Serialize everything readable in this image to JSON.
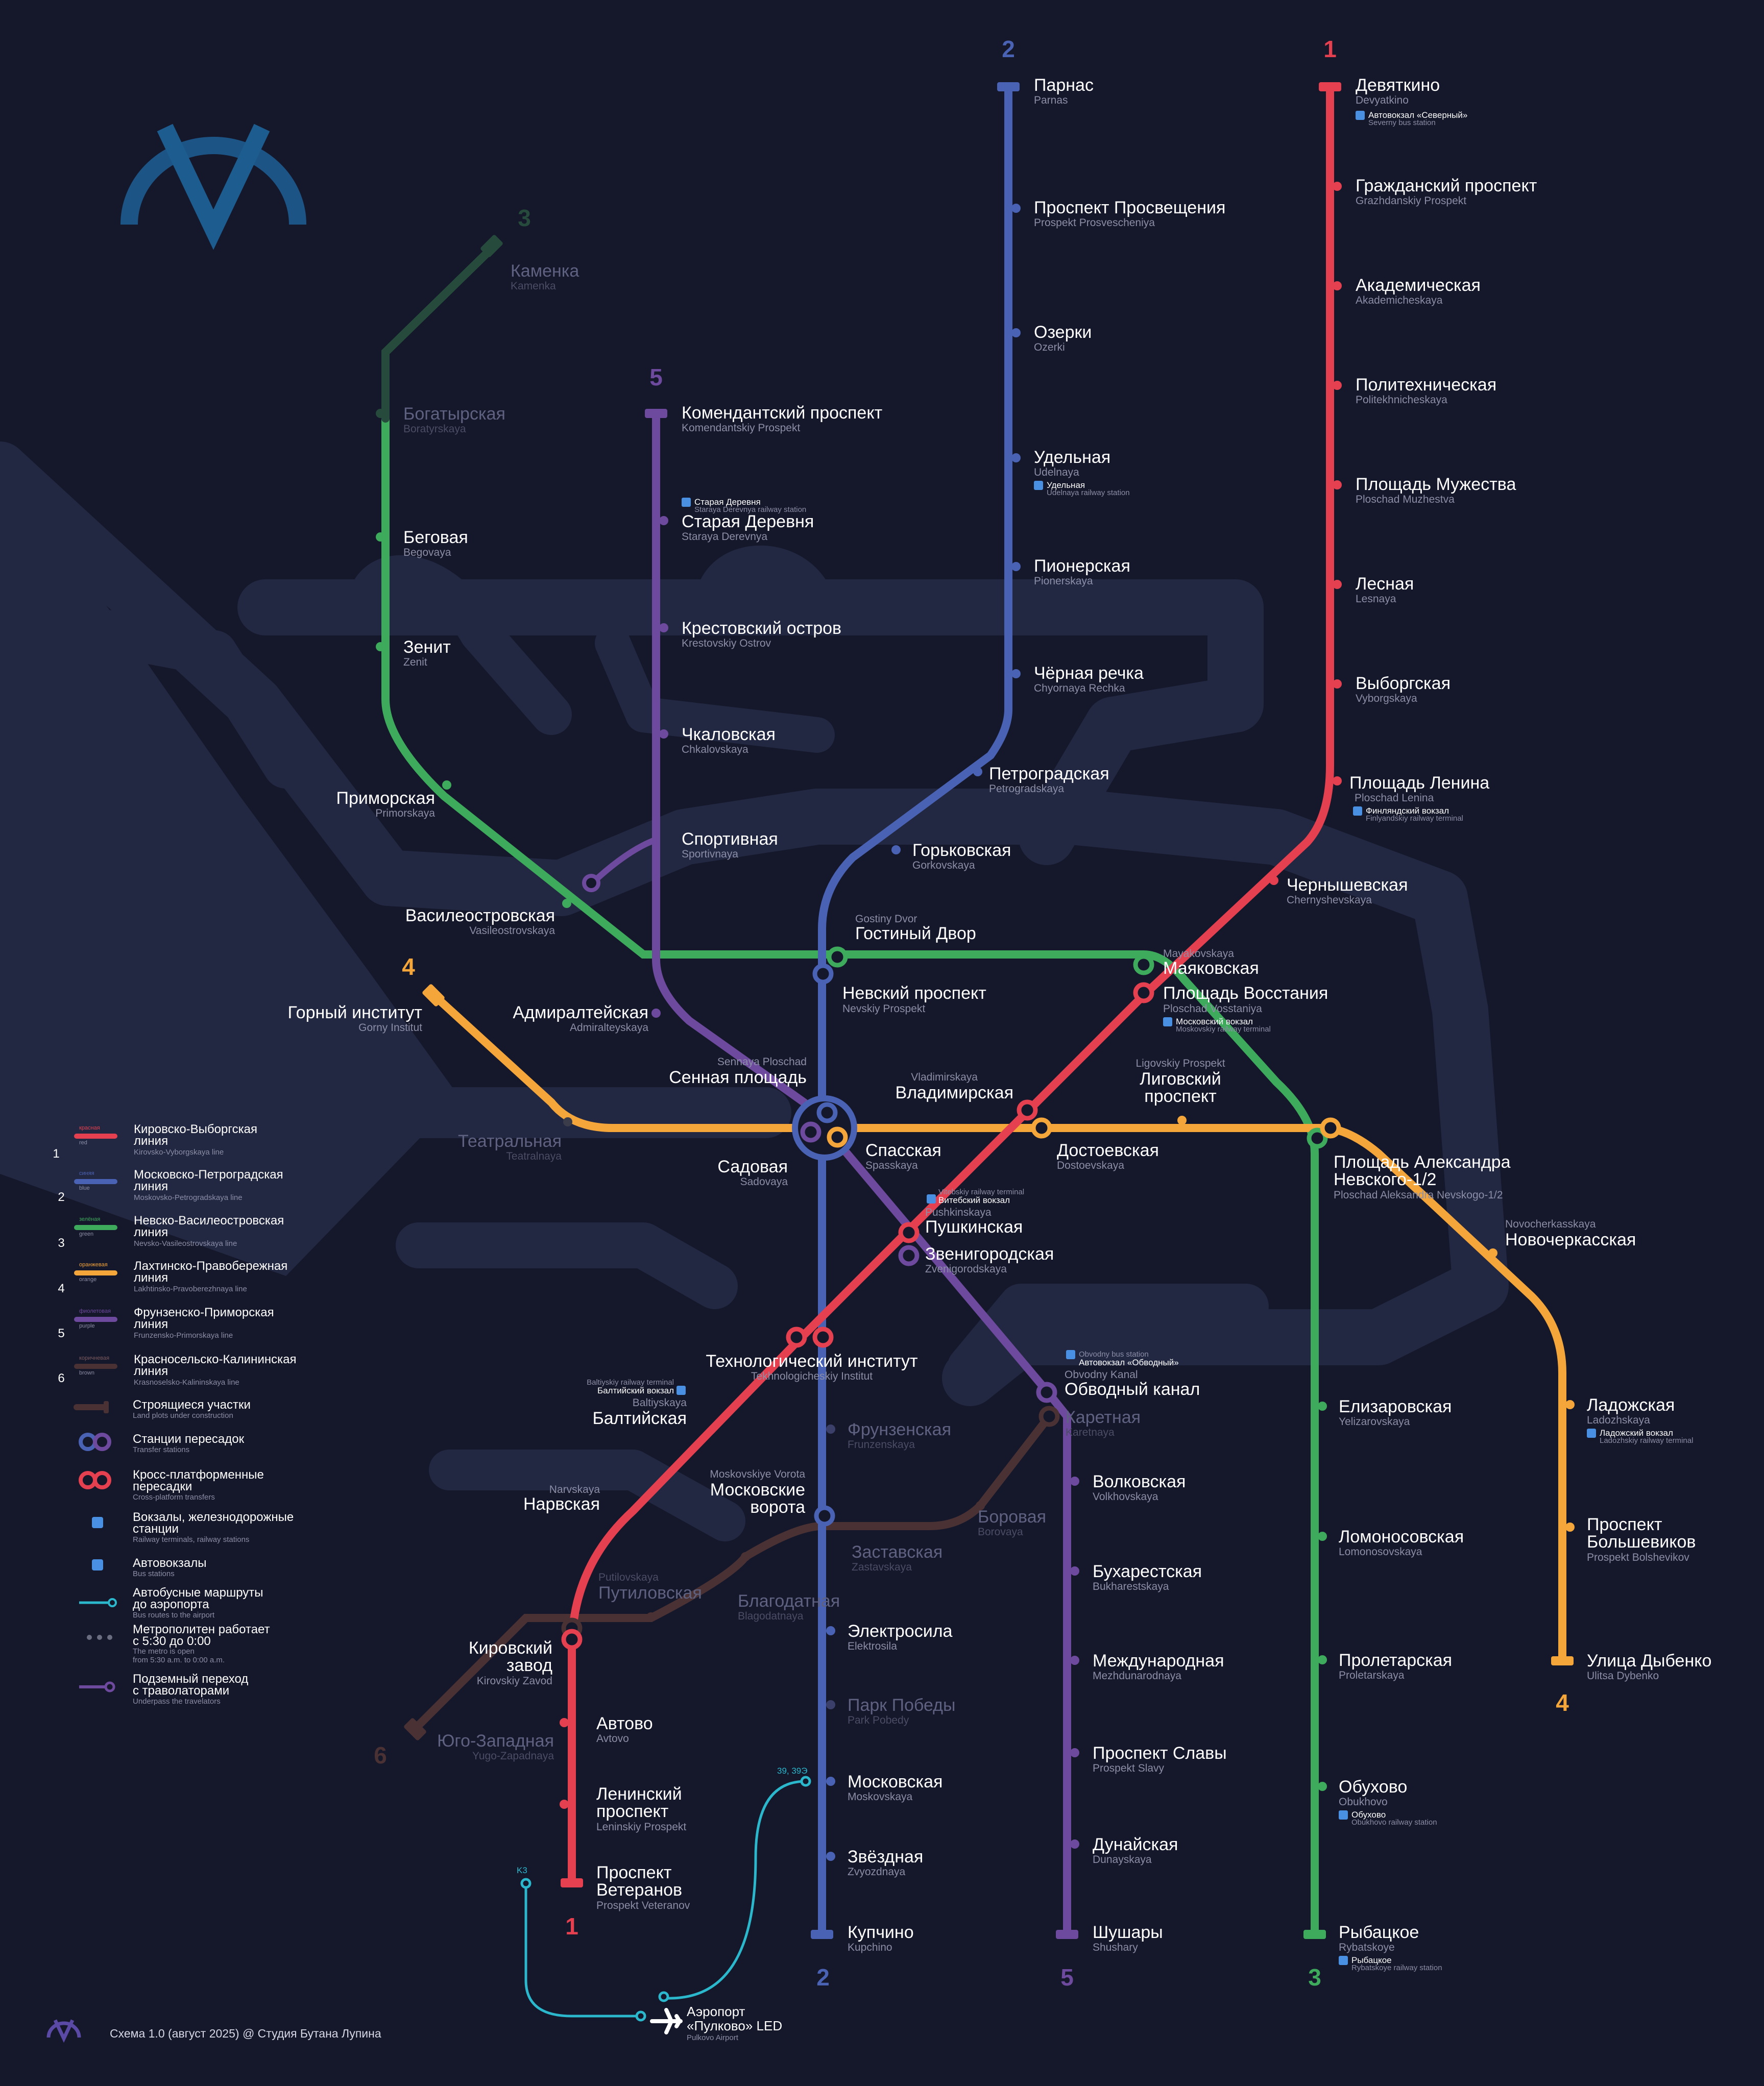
{
  "colors": {
    "background": "#15172b",
    "water": "#232842",
    "line1": "#e5404f",
    "line2": "#4a62b3",
    "line3": "#3daa5c",
    "line4": "#f4a63a",
    "line5": "#6e4a9e",
    "line6": "#4a3234",
    "airport_bus": "#2bb7cc"
  },
  "logo": {
    "name": "metro-logo-icon"
  },
  "lines": {
    "l1": {
      "number": "1"
    },
    "l2": {
      "number": "2"
    },
    "l3": {
      "number": "3"
    },
    "l4": {
      "number": "4"
    },
    "l5": {
      "number": "5"
    },
    "l6": {
      "number": "6"
    }
  },
  "stations": {
    "devyatkino": {
      "name": "Девяткино",
      "latin": "Devyatkino"
    },
    "grazhdansky": {
      "name": "Гражданский проспект",
      "latin": "Grazhdanskiy Prospekt"
    },
    "akademicheskaya": {
      "name": "Академическая",
      "latin": "Akademicheskaya"
    },
    "politekh": {
      "name": "Политехническая",
      "latin": "Politekhnicheskaya"
    },
    "muzhestva": {
      "name": "Площадь Мужества",
      "latin": "Ploschad Muzhestva"
    },
    "lesnaya": {
      "name": "Лесная",
      "latin": "Lesnaya"
    },
    "vyborgskaya": {
      "name": "Выборгская",
      "latin": "Vyborgskaya"
    },
    "lenina": {
      "name": "Площадь Ленина",
      "latin": "Ploschad Lenina"
    },
    "chernyshevskaya": {
      "name": "Чернышевская",
      "latin": "Chernyshevskaya"
    },
    "vosstaniya": {
      "name": "Площадь Восстания",
      "latin": "Ploschad Vosstaniya"
    },
    "vladimirskaya": {
      "name": "Владимирская",
      "latin": "Vladimirskaya"
    },
    "pushkinskaya": {
      "name": "Пушкинская",
      "latin": "Pushkinskaya"
    },
    "tekhnolog": {
      "name": "Технологический институт",
      "latin": "Tekhnologicheskiy Institut"
    },
    "baltiyskaya": {
      "name": "Балтийская",
      "latin": "Baltiyskaya"
    },
    "narvskaya": {
      "name": "Нарвская",
      "latin": "Narvskaya"
    },
    "kirovsky": {
      "name1": "Кировский",
      "name2": "завод",
      "latin": "Kirovskiy Zavod"
    },
    "avtovo": {
      "name": "Автово",
      "latin": "Avtovo"
    },
    "leninsky": {
      "name1": "Ленинский",
      "name2": "проспект",
      "latin": "Leninskiy Prospekt"
    },
    "veteranov": {
      "name1": "Проспект",
      "name2": "Ветеранов",
      "latin": "Prospekt Veteranov"
    },
    "parnas": {
      "name": "Парнас",
      "latin": "Parnas"
    },
    "prosvescheniya": {
      "name": "Проспект Просвещения",
      "latin": "Prospekt Prosvescheniya"
    },
    "ozerki": {
      "name": "Озерки",
      "latin": "Ozerki"
    },
    "udelnaya": {
      "name": "Удельная",
      "latin": "Udelnaya"
    },
    "pionerskaya": {
      "name": "Пионерская",
      "latin": "Pionerskaya"
    },
    "chyornaya": {
      "name": "Чёрная речка",
      "latin": "Chyornaya Rechka"
    },
    "petrogradskaya": {
      "name": "Петроградская",
      "latin": "Petrogradskaya"
    },
    "gorkovskaya": {
      "name": "Горьковская",
      "latin": "Gorkovskaya"
    },
    "nevsky": {
      "name": "Невский проспект",
      "latin": "Nevskiy Prospekt"
    },
    "sennaya": {
      "name": "Сенная площадь",
      "latin": "Sennaya Ploschad"
    },
    "frunzenskaya": {
      "name": "Фрунзенская",
      "latin": "Frunzenskaya"
    },
    "moskovskie": {
      "name1": "Московские",
      "name2": "ворота",
      "latin": "Moskovskiye Vorota"
    },
    "elektrosila": {
      "name": "Электросила",
      "latin": "Elektrosila"
    },
    "park_pobedy": {
      "name": "Парк Победы",
      "latin": "Park Pobedy"
    },
    "moskovskaya": {
      "name": "Московская",
      "latin": "Moskovskaya"
    },
    "zvyozdnaya": {
      "name": "Звёздная",
      "latin": "Zvyozdnaya"
    },
    "kupchino": {
      "name": "Купчино",
      "latin": "Kupchino"
    },
    "kamenka": {
      "name": "Каменка",
      "latin": "Kamenka"
    },
    "bogatyrskaya": {
      "name": "Богатырская",
      "latin": "Boratyrskaya"
    },
    "begovaya": {
      "name": "Беговая",
      "latin": "Begovaya"
    },
    "zenit": {
      "name": "Зенит",
      "latin": "Zenit"
    },
    "primorskaya": {
      "name": "Приморская",
      "latin": "Primorskaya"
    },
    "vasileostrovskaya": {
      "name": "Василеостровская",
      "latin": "Vasileostrovskaya"
    },
    "gostiny": {
      "name": "Гостиный Двор",
      "latin": "Gostiny Dvor"
    },
    "mayakovskaya": {
      "name": "Маяковская",
      "latin": "Mayakovskaya"
    },
    "nevskogo": {
      "name1": "Площадь Александра",
      "name2": "Невского-1/2",
      "latin": "Ploschad Aleksandra Nevskogo-1/2"
    },
    "yelizarovskaya": {
      "name": "Елизаровская",
      "latin": "Yelizarovskaya"
    },
    "lomonosovskaya": {
      "name": "Ломоносовская",
      "latin": "Lomonosovskaya"
    },
    "proletarskaya": {
      "name": "Пролетарская",
      "latin": "Proletarskaya"
    },
    "obukhovo": {
      "name": "Обухово",
      "latin": "Obukhovo"
    },
    "rybatskoye": {
      "name": "Рыбацкое",
      "latin": "Rybatskoye"
    },
    "gorny": {
      "name": "Горный институт",
      "latin": "Gorny Institut"
    },
    "teatralnaya": {
      "name": "Театральная",
      "latin": "Teatralnaya"
    },
    "spasskaya": {
      "name": "Спасская",
      "latin": "Spasskaya"
    },
    "dostoevskaya": {
      "name": "Достоевская",
      "latin": "Dostoevskaya"
    },
    "ligovsky": {
      "name1": "Лиговский",
      "name2": "проспект",
      "latin": "Ligovskiy Prospekt"
    },
    "novocherkasskaya": {
      "name": "Новочеркасская",
      "latin": "Novocherkasskaya"
    },
    "ladozhskaya": {
      "name": "Ладожская",
      "latin": "Ladozhskaya"
    },
    "bolshevikov": {
      "name1": "Проспект",
      "name2": "Большевиков",
      "latin": "Prospekt Bolshevikov"
    },
    "dybenko": {
      "name": "Улица Дыбенко",
      "latin": "Ulitsa Dybenko"
    },
    "komendantsky": {
      "name": "Комендантский проспект",
      "latin": "Komendantskiy Prospekt"
    },
    "staraya": {
      "name": "Старая Деревня",
      "latin": "Staraya Derevnya"
    },
    "krestovsky": {
      "name": "Крестовский остров",
      "latin": "Krestovskiy Ostrov"
    },
    "chkalovskaya": {
      "name": "Чкаловская",
      "latin": "Chkalovskaya"
    },
    "sportivnaya": {
      "name": "Спортивная",
      "latin": "Sportivnaya"
    },
    "admiralteyskaya": {
      "name": "Адмиралтейская",
      "latin": "Admiralteyskaya"
    },
    "sadovaya": {
      "name": "Садовая",
      "latin": "Sadovaya"
    },
    "zvenigorodskaya": {
      "name": "Звенигородская",
      "latin": "Zvenigorodskaya"
    },
    "obvodny": {
      "name": "Обводный канал",
      "latin": "Obvodny Kanal"
    },
    "volkovskaya": {
      "name": "Волковская",
      "latin": "Volkhovskaya"
    },
    "bukharestskaya": {
      "name": "Бухарестская",
      "latin": "Bukharestskaya"
    },
    "mezhdunarodnaya": {
      "name": "Международная",
      "latin": "Mezhdunarodnaya"
    },
    "slavy": {
      "name": "Проспект Славы",
      "latin": "Prospekt Slavy"
    },
    "dunayskaya": {
      "name": "Дунайская",
      "latin": "Dunayskaya"
    },
    "shushary": {
      "name": "Шушары",
      "latin": "Shushary"
    },
    "yugo_zapadnaya": {
      "name": "Юго-Западная",
      "latin": "Yugo-Zapadnaya"
    },
    "putilovskaya": {
      "name": "Путиловская",
      "latin": "Putilovskaya"
    },
    "blagodatnaya": {
      "name": "Благодатная",
      "latin": "Blagodatnaya"
    },
    "zastavskaya": {
      "name": "Заставская",
      "latin": "Zastavskaya"
    },
    "borovaya": {
      "name": "Боровая",
      "latin": "Borovaya"
    },
    "karetnaya": {
      "name": "Каретная",
      "latin": "Karetnaya"
    }
  },
  "terminals": {
    "severny": {
      "name": "Автовокзал «Северный»",
      "latin": "Severny bus station"
    },
    "finlyandsky": {
      "name": "Финляндский вокзал",
      "latin": "Finlyandskiy railway terminal"
    },
    "udelnaya_rw": {
      "name": "Удельная",
      "latin": "Udelnaya railway station"
    },
    "staraya_rw": {
      "name": "Старая Деревня",
      "latin": "Staraya Derevnya railway station"
    },
    "moskovsky": {
      "name": "Московский вокзал",
      "latin": "Moskovskiy railway terminal"
    },
    "vitebsky": {
      "name": "Витебский вокзал",
      "latin": "Vitebskiy railway terminal"
    },
    "baltiysky": {
      "name": "Балтийский вокзал",
      "latin": "Baltiyskiy railway terminal"
    },
    "obvodny_bus": {
      "name": "Автовокзал «Обводный»",
      "latin": "Obvodny bus station"
    },
    "ladozhsky": {
      "name": "Ладожский вокзал",
      "latin": "Ladozhskiy railway terminal"
    },
    "obukhovo_rw": {
      "name": "Обухово",
      "latin": "Obukhovo railway station"
    },
    "rybatskoye_rw": {
      "name": "Рыбацкое",
      "latin": "Rybatskoye railway station"
    }
  },
  "airport": {
    "name1": "Аэропорт",
    "name2": "«Пулково» LED",
    "latin": "Pulkovo Airport",
    "route_a": "39, 39Э",
    "route_b": "K3"
  },
  "legend": {
    "l1": {
      "num": "1",
      "small": "красная",
      "small_en": "red",
      "name1": "Кировско-Выборгская",
      "name2": "линия",
      "latin": "Kirovsko-Vyborgskaya line"
    },
    "l2": {
      "num": "2",
      "small": "синяя",
      "small_en": "blue",
      "name1": "Московско-Петроградская",
      "name2": "линия",
      "latin": "Moskovsko-Petrogradskaya line"
    },
    "l3": {
      "num": "3",
      "small": "зелёная",
      "small_en": "green",
      "name1": "Невско-Василеостровская",
      "name2": "линия",
      "latin": "Nevsko-Vasileostrovskaya line"
    },
    "l4": {
      "num": "4",
      "small": "оранжевая",
      "small_en": "orange",
      "name1": "Лахтинско-Правобережная",
      "name2": "линия",
      "latin": "Lakhtinsko-Pravoberezhnaya line"
    },
    "l5": {
      "num": "5",
      "small": "фиолетовая",
      "small_en": "purple",
      "name1": "Фрунзенско-Приморская",
      "name2": "линия",
      "latin": "Frunzensko-Primorskaya line"
    },
    "l6": {
      "num": "6",
      "small": "коричневая",
      "small_en": "brown",
      "name1": "Красносельско-Калининская",
      "name2": "линия",
      "latin": "Krasnoselsko-Kalininskaya line"
    },
    "construction": {
      "name1": "Строящиеся участки",
      "latin": "Land plots under construction"
    },
    "transfer": {
      "name1": "Станции пересадок",
      "latin": "Transfer stations"
    },
    "cross": {
      "name1": "Кросс-платформенные",
      "name2": "пересадки",
      "latin": "Cross-platform transfers"
    },
    "rail": {
      "name1": "Вокзалы, железнодорожные",
      "name2": "станции",
      "latin": "Railway terminals, railway stations"
    },
    "bus": {
      "name1": "Автовокзалы",
      "latin": "Bus stations"
    },
    "airbus": {
      "name1": "Автобусные маршруты",
      "name2": "до аэропорта",
      "latin": "Bus routes to the airport"
    },
    "hours": {
      "name1": "Метрополитен работает",
      "name2": "с 5:30 до 0:00",
      "latin1": "The metro is open",
      "latin2": "from 5:30 a.m. to 0:00 a.m."
    },
    "underpass": {
      "name1": "Подземный переход",
      "name2": "с траволаторами",
      "latin": "Underpass the travelators"
    }
  },
  "footer": "Схема 1.0 (август 2025) @ Студия Бутана Лупина"
}
